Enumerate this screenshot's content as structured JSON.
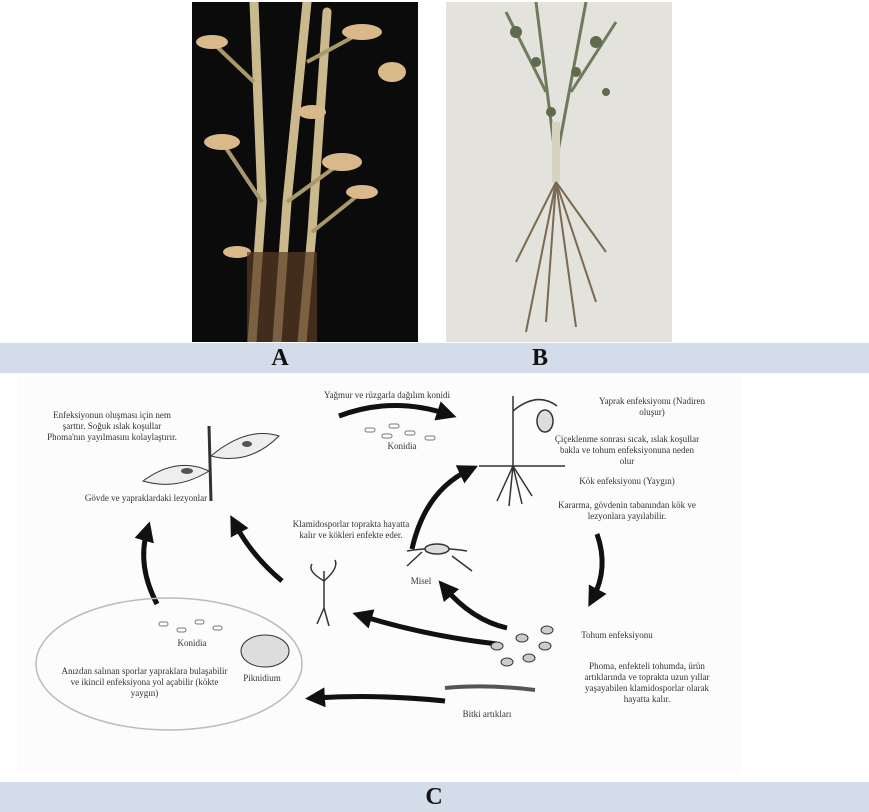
{
  "panels": {
    "a_label": "A",
    "b_label": "B",
    "c_label": "C"
  },
  "diagram": {
    "rain_wind": "Yağmur ve rüzgarla dağılım konidi",
    "konidia_top": "Konidia",
    "leaf_infection": "Yaprak enfeksiyonu (Nadiren oluşur)",
    "infection_moisture": "Enfeksiyonun oluşması için nem şarttır. Soğuk ıslak koşullar Phoma'nın yayılmasını kolaylaştırır.",
    "flowering_wet": "Çiçeklenme sonrası sıcak, ıslak koşullar bakla ve tohum enfeksiyonuna neden olur",
    "root_infection": "Kök enfeksiyonu (Yaygın)",
    "darkening": "Kararma, gövdenin tabanından kök ve lezyonlara yayılabilir.",
    "stem_leaf_lesions": "Gövde ve yapraklardaki lezyonlar",
    "chlamydospores": "Klamidosporlar toprakta hayatta kalır ve kökleri enfekte eder.",
    "misel": "Misel",
    "seed_infection": "Tohum enfeksiyonu",
    "konidia_bottom": "Konidia",
    "pycnidium": "Piknidium",
    "stubble_spores": "Anızdan salınan sporlar yapraklara bulaşabilir ve ikincil enfeksiyona yol açabilir (kökte yaygın)",
    "phoma_survives": "Phoma, enfekteli tohumda, ürün artıklarında ve toprakta uzun yıllar yaşayabilen klamidosporlar olarak hayatta kalır.",
    "plant_residues": "Bitki artıkları"
  },
  "colors": {
    "band": "#d3dde9",
    "photo_a_bg": "#0b0b0b",
    "photo_b_bg": "#e3e2dc"
  }
}
